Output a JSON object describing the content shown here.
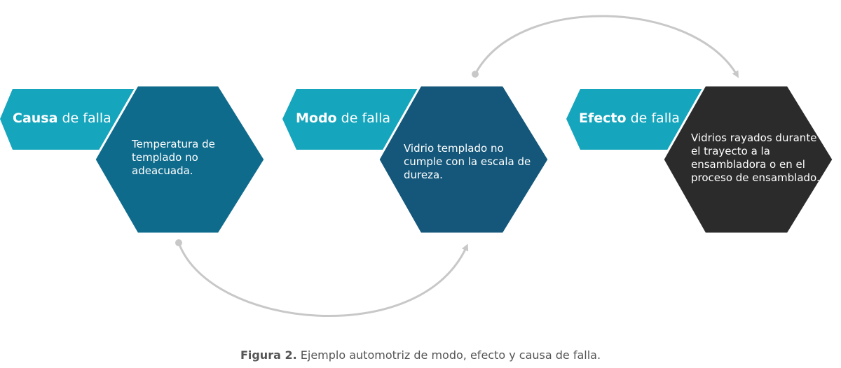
{
  "colors": {
    "tab": "#15a5bd",
    "hex_causa": "#0f6b8c",
    "hex_modo": "#14577a",
    "hex_efecto": "#2b2b2b",
    "arrow": "#c8c8c8"
  },
  "stages": [
    {
      "title_bold": "Causa",
      "title_rest": " de falla",
      "description": "Temperatura de templado no adeacuada."
    },
    {
      "title_bold": "Modo",
      "title_rest": " de falla",
      "description": "Vidrio templado no cumple con la escala de dureza."
    },
    {
      "title_bold": "Efecto",
      "title_rest": " de falla",
      "description": "Vidrios rayados durante el trayecto a la ensambladora o en el proceso de ensamblado."
    }
  ],
  "caption": {
    "label": "Figura 2.",
    "text": " Ejemplo automotriz de modo, efecto y causa de falla."
  }
}
